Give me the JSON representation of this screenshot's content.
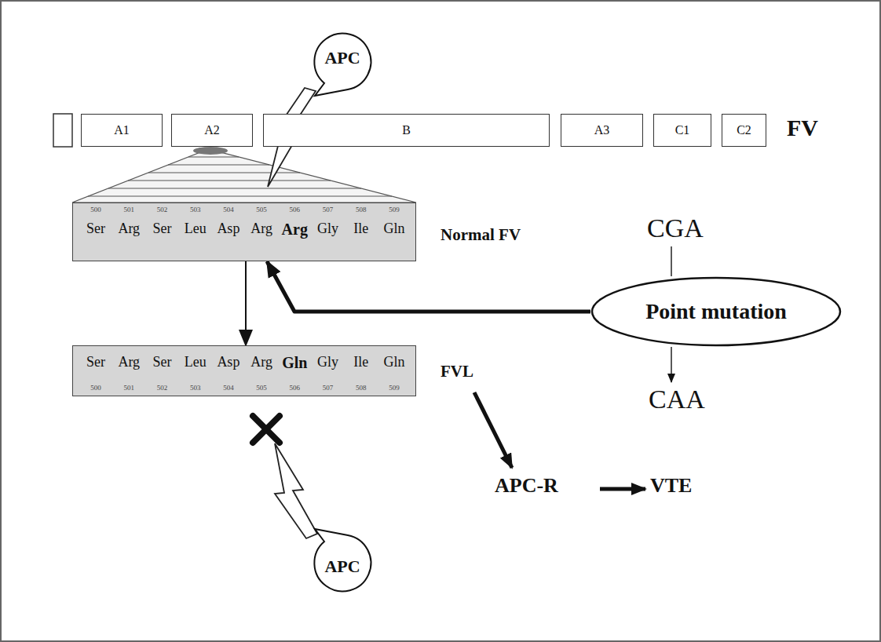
{
  "diagram": {
    "nodes": [
      {
        "text": [
          "APC"
        ]
      },
      {
        "text": [
          "A1"
        ]
      },
      {
        "text": [
          "A2"
        ]
      },
      {
        "text": [
          "B"
        ]
      },
      {
        "text": [
          "A3"
        ]
      },
      {
        "text": [
          "C1"
        ]
      },
      {
        "text": [
          "C2"
        ]
      },
      {
        "text": [
          "Normal FV",
          "500",
          "501",
          "502",
          "503",
          "504",
          "505",
          "506",
          "507",
          "508",
          "509",
          "Ser",
          "Arg",
          "Ser",
          "Leu",
          "Asp",
          "Arg",
          "Arg",
          "Gly",
          "Ile",
          "Gln"
        ]
      },
      {
        "text": [
          "Point mutation"
        ]
      },
      {
        "text": [
          "FVL",
          "500",
          "501",
          "502",
          "503",
          "504",
          "505",
          "506",
          "507",
          "508",
          "509",
          "Ser",
          "Arg",
          "Ser",
          "Leu",
          "Asp",
          "Arg",
          "Gln",
          "Gly",
          "Ile",
          "Gln"
        ]
      },
      {
        "text": [
          "APC"
        ]
      }
    ],
    "edges": [
      {
        "from": 8,
        "to": 7,
        "arrow": "to"
      },
      {
        "from": 7,
        "to": 9,
        "arrow": "to"
      }
    ],
    "labels": [
      "FV",
      "CGA",
      "CAA",
      "APC-R",
      "VTE"
    ]
  }
}
